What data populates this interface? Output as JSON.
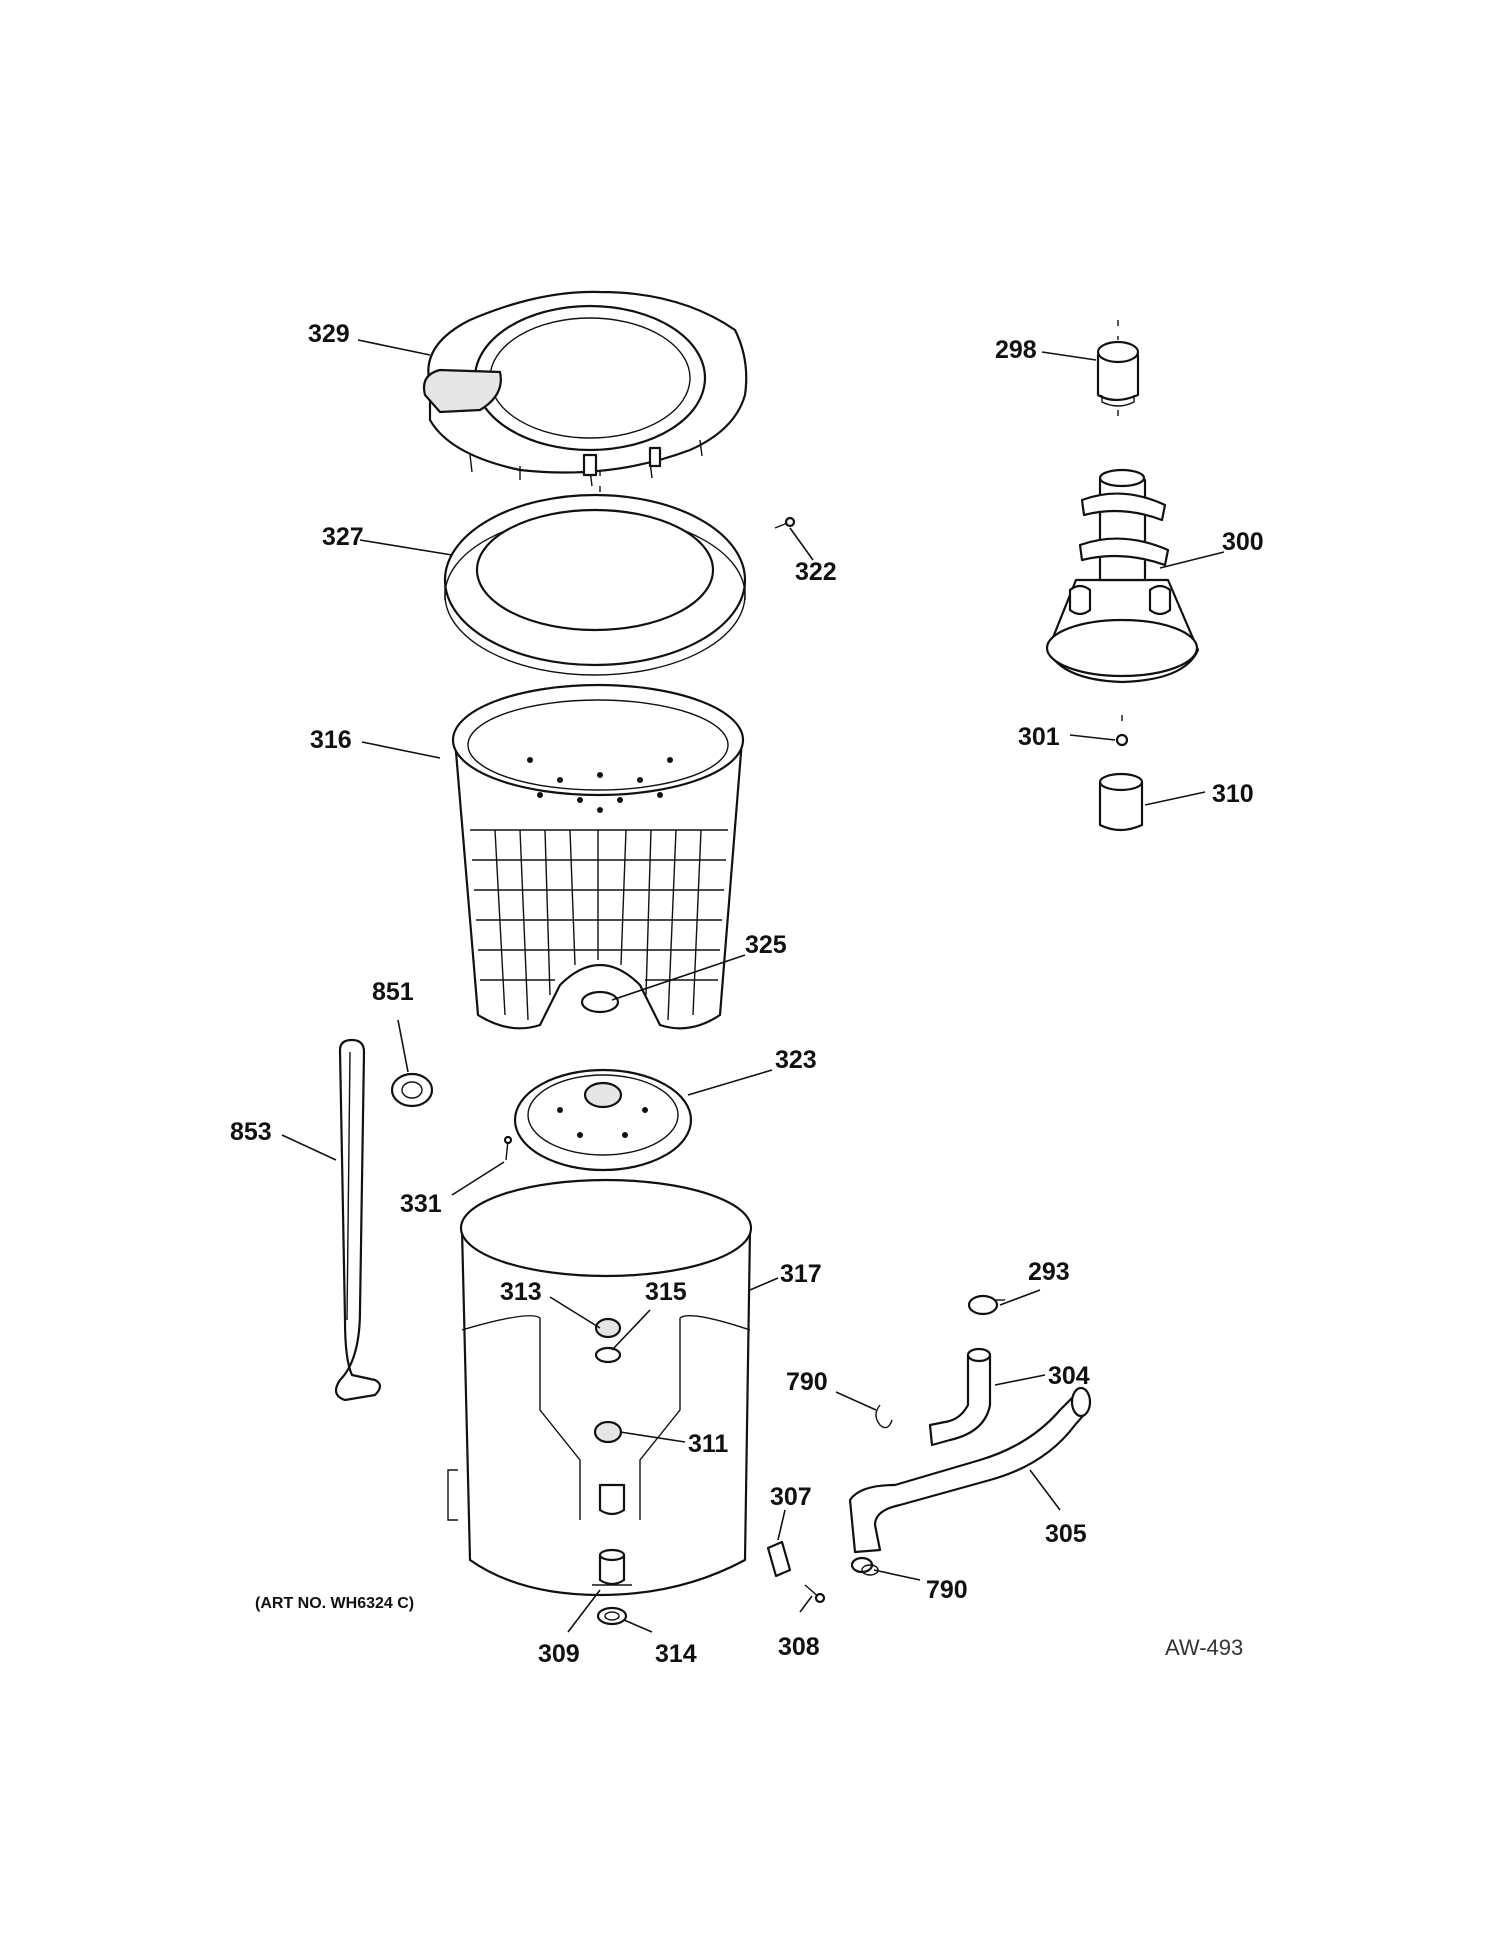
{
  "diagram": {
    "art_number": "(ART NO. WH6324 C)",
    "drawing_id": "AW-493",
    "callouts": {
      "c329": "329",
      "c327": "327",
      "c322": "322",
      "c316": "316",
      "c325": "325",
      "c323": "323",
      "c851": "851",
      "c853": "853",
      "c331": "331",
      "c313": "313",
      "c315": "315",
      "c317": "317",
      "c311": "311",
      "c309": "309",
      "c314": "314",
      "c298": "298",
      "c300": "300",
      "c301": "301",
      "c310": "310",
      "c293": "293",
      "c304": "304",
      "c790a": "790",
      "c790b": "790",
      "c305": "305",
      "c307": "307",
      "c308": "308"
    }
  }
}
